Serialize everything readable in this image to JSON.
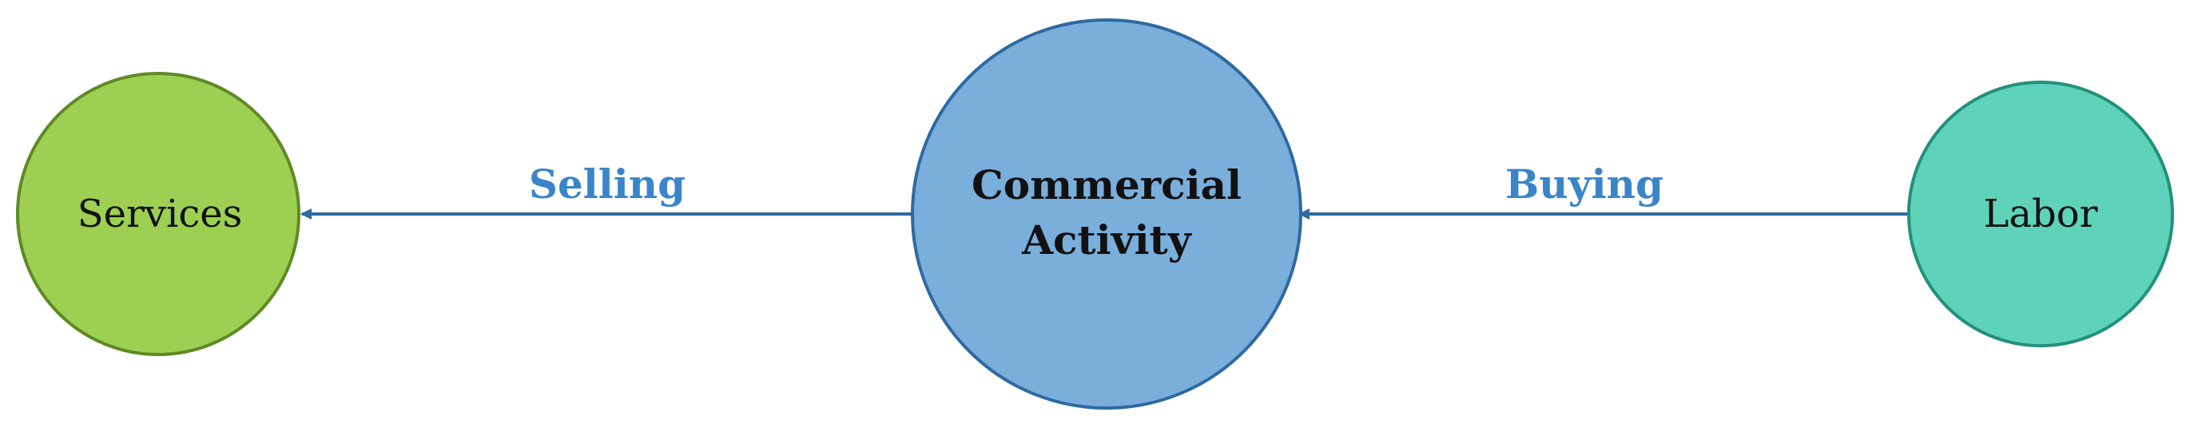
{
  "diagram": {
    "nodes": {
      "services": {
        "label": "Services",
        "fill": "#9dd052",
        "stroke": "#5f8a25"
      },
      "commercial_activity": {
        "label_line1": "Commercial",
        "label_line2": "Activity",
        "fill": "#7aaedb",
        "stroke": "#2e6aa0"
      },
      "labor": {
        "label": "Labor",
        "fill": "#5fd3b9",
        "stroke": "#23907c"
      }
    },
    "edges": {
      "selling": {
        "label": "Selling",
        "from": "Commercial Activity",
        "to": "Services"
      },
      "buying": {
        "label": "Buying",
        "from": "Labor",
        "to": "Commercial Activity"
      }
    },
    "colors": {
      "arrow": "#2e6aa0",
      "edge_label": "#3a85c9"
    }
  }
}
